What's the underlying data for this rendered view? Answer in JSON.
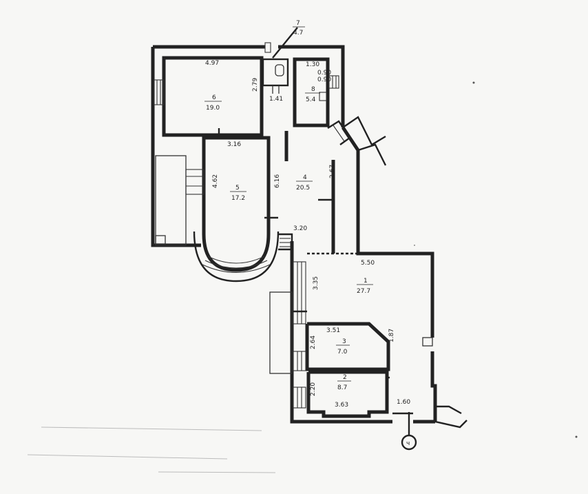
{
  "rooms": [
    {
      "id": "room-1",
      "num": "1",
      "area": "27.7"
    },
    {
      "id": "room-2",
      "num": "2",
      "area": "8.7"
    },
    {
      "id": "room-3",
      "num": "3",
      "area": "7.0"
    },
    {
      "id": "room-4",
      "num": "4",
      "area": "20.5"
    },
    {
      "id": "room-5",
      "num": "5",
      "area": "17.2"
    },
    {
      "id": "room-6",
      "num": "6",
      "area": "19.0"
    },
    {
      "id": "room-7",
      "num": "7",
      "area": "4.7"
    },
    {
      "id": "room-8",
      "num": "8",
      "area": "5.4"
    }
  ],
  "dimensions": [
    "4.97",
    "2.79",
    "1.41",
    "1.30",
    "0.90",
    "0.90",
    "3.16",
    "4.62",
    "6.16",
    "2.67",
    "3.20",
    "5.50",
    "3.35",
    "3.51",
    "2.64",
    "1.87",
    "2.20",
    "3.63",
    "1.60"
  ],
  "entrance_marker": "ч"
}
